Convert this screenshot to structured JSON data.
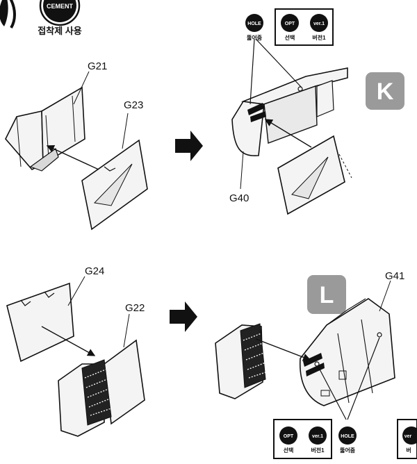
{
  "header": {
    "cement_badge_text": "CEMENT",
    "cement_label": "접착제 사용"
  },
  "steps": {
    "k": {
      "letter": "K"
    },
    "l": {
      "letter": "L"
    }
  },
  "part_labels": {
    "g21": "G21",
    "g23": "G23",
    "g40": "G40",
    "g24": "G24",
    "g22": "G22",
    "g41": "G41"
  },
  "legend_top": {
    "hole": {
      "badge": "HOLE",
      "caption": "뚫어줌"
    },
    "opt": {
      "badge": "OPT",
      "caption": "선택"
    },
    "ver": {
      "badge": "ver.1",
      "caption": "버전1"
    }
  },
  "legend_bottom": {
    "opt": {
      "badge": "OPT",
      "caption": "선택"
    },
    "ver": {
      "badge": "ver.1",
      "caption": "버전1"
    },
    "hole": {
      "badge": "HOLE",
      "caption": "뚫어줌"
    },
    "partial_badge": "ver",
    "partial_caption": "버"
  },
  "colors": {
    "ink": "#111111",
    "step_box": "#9a9a9a",
    "part_fill": "#f4f4f4",
    "shade": "#d8d8d8"
  }
}
